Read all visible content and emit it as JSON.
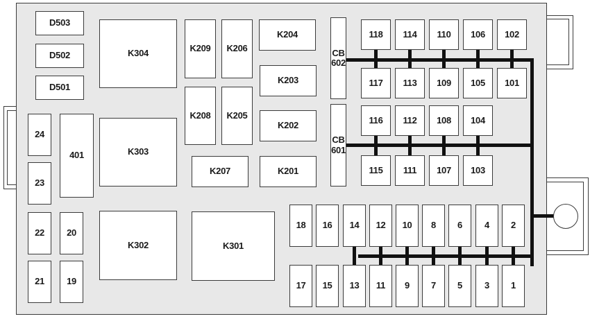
{
  "diagram": {
    "title": "",
    "diodes": [
      "D503",
      "D502",
      "D501"
    ],
    "relays_large": [
      "K304",
      "K303",
      "K302",
      "K301"
    ],
    "relays_small": [
      "K209",
      "K206",
      "K208",
      "K205",
      "K207",
      "K204",
      "K203",
      "K202",
      "K201"
    ],
    "circuit_breakers": [
      {
        "line1": "CB",
        "line2": "602"
      },
      {
        "line1": "CB",
        "line2": "601"
      }
    ],
    "misc_fuses": [
      "24",
      "23",
      "401",
      "22",
      "20",
      "21",
      "19"
    ],
    "cartridge_fuses": {
      "row1": [
        "118",
        "114",
        "110",
        "106",
        "102"
      ],
      "row2": [
        "117",
        "113",
        "109",
        "105",
        "101"
      ],
      "row3": [
        "116",
        "112",
        "108",
        "104"
      ],
      "row4": [
        "115",
        "111",
        "107",
        "103"
      ]
    },
    "mini_fuses": {
      "top": [
        "18",
        "16",
        "14",
        "12",
        "10",
        "8",
        "6",
        "4",
        "2"
      ],
      "bottom": [
        "17",
        "15",
        "13",
        "11",
        "9",
        "7",
        "5",
        "3",
        "1"
      ]
    },
    "colors": {
      "housing": "#e8e8e8",
      "component": "#ffffff",
      "outline": "#3a3a3a",
      "busbar": "#111111"
    }
  }
}
